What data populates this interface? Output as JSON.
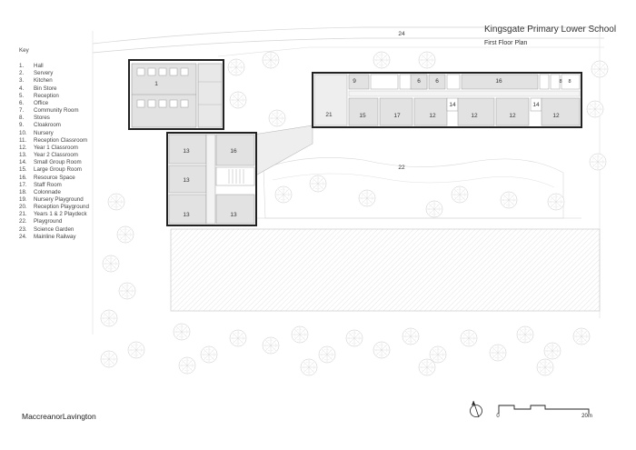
{
  "plan": {
    "title": "Kingsgate Primary Lower School",
    "subtitle": "First Floor Plan"
  },
  "key": {
    "heading": "Key",
    "items": [
      {
        "num": "1.",
        "label": "Hall"
      },
      {
        "num": "2.",
        "label": "Servery"
      },
      {
        "num": "3.",
        "label": "Kitchen"
      },
      {
        "num": "4.",
        "label": "Bin Store"
      },
      {
        "num": "5.",
        "label": "Reception"
      },
      {
        "num": "6.",
        "label": "Office"
      },
      {
        "num": "7.",
        "label": "Community Room"
      },
      {
        "num": "8.",
        "label": "Stores"
      },
      {
        "num": "9.",
        "label": "Cloakroom"
      },
      {
        "num": "10.",
        "label": "Nursery"
      },
      {
        "num": "11.",
        "label": "Reception Classroom"
      },
      {
        "num": "12.",
        "label": "Year 1 Classroom"
      },
      {
        "num": "13.",
        "label": "Year 2 Classroom"
      },
      {
        "num": "14.",
        "label": "Small Group Room"
      },
      {
        "num": "15.",
        "label": "Large Group Room"
      },
      {
        "num": "16.",
        "label": "Resource Space"
      },
      {
        "num": "17.",
        "label": "Staff Room"
      },
      {
        "num": "18.",
        "label": "Colonnade"
      },
      {
        "num": "19.",
        "label": "Nursery Playground"
      },
      {
        "num": "20.",
        "label": "Reception Playground"
      },
      {
        "num": "21.",
        "label": "Years 1 & 2 Playdeck"
      },
      {
        "num": "22.",
        "label": "Playground"
      },
      {
        "num": "23.",
        "label": "Science Garden"
      },
      {
        "num": "24.",
        "label": "Mainline Railway"
      }
    ]
  },
  "rooms": {
    "hall": "1",
    "playdeck": "21",
    "large_group": "15",
    "staff": "17",
    "year1_a": "12",
    "year1_b": "12",
    "year1_c": "12",
    "year1_d": "12",
    "small_group_a": "14",
    "small_group_b": "14",
    "resource_north": "16",
    "resource_wing": "16",
    "cloak": "9",
    "office_a": "6",
    "office_b": "6",
    "store_a": "8",
    "store_b": "8",
    "year2_a": "13",
    "year2_b": "13",
    "year2_c": "13",
    "year2_d": "13",
    "playground": "22",
    "railway": "24"
  },
  "scale": {
    "start": "0",
    "end": "20m"
  },
  "firm": "MaccreanorLavington"
}
